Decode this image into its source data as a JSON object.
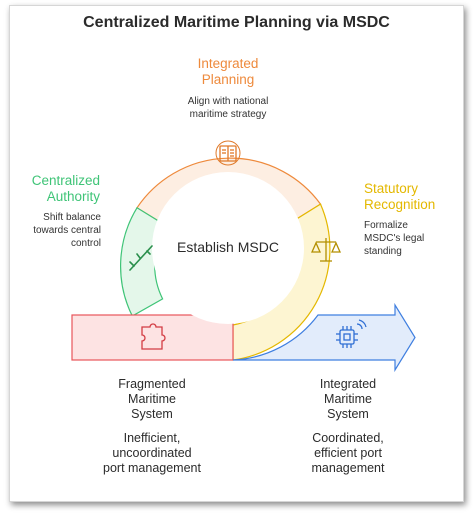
{
  "title": "Centralized Maritime Planning via MSDC",
  "center_label": "Establish MSDC",
  "segments": {
    "top": {
      "label": "Integrated Planning",
      "desc": "Align with national maritime strategy",
      "color": "#ee8a3c",
      "icon": "document-icon"
    },
    "left": {
      "label": "Centralized Authority",
      "desc": "Shift balance towards central control",
      "color": "#3fc477",
      "icon": "rifle-icon"
    },
    "right": {
      "label": "Statutory Recognition",
      "desc": "Formalize MSDC's legal standing",
      "color": "#e4b800",
      "icon": "scales-icon"
    }
  },
  "from_state": {
    "title": "Fragmented Maritime System",
    "desc": "Inefficient, uncoordinated port management",
    "icon": "puzzle-icon",
    "color": "#e8555b"
  },
  "to_state": {
    "title": "Integrated Maritime System",
    "desc": "Coordinated, efficient port management",
    "icon": "chip-icon",
    "color": "#3f7fe0"
  }
}
